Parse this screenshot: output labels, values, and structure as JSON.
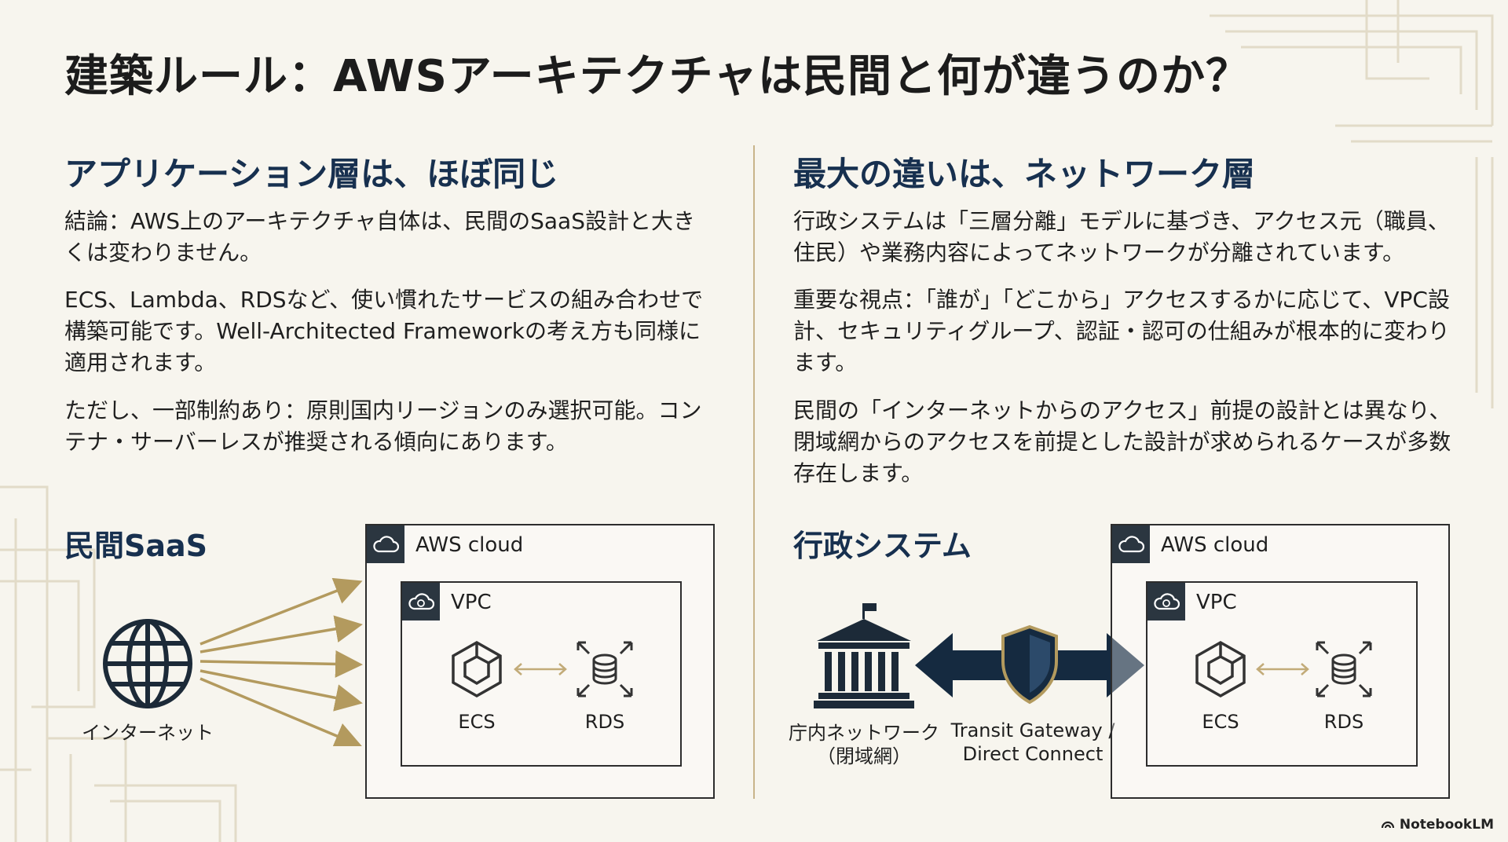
{
  "title": "建築ルール：AWSアーキテクチャは民間と何が違うのか？",
  "left": {
    "heading": "アプリケーション層は、ほぼ同じ",
    "p1": "結論：AWS上のアーキテクチャ自体は、民間のSaaS設計と大きくは変わりません。",
    "p2": "ECS、Lambda、RDSなど、使い慣れたサービスの組み合わせで構築可能です。Well-Architected Frameworkの考え方も同様に適用されます。",
    "p3": "ただし、一部制約あり：原則国内リージョンのみ選択可能。コンテナ・サーバーレスが推奨される傾向にあります。",
    "diagram_label": "民間SaaS",
    "internet_label": "インターネット",
    "aws_cloud": "AWS cloud",
    "vpc": "VPC",
    "ecs": "ECS",
    "rds": "RDS"
  },
  "right": {
    "heading": "最大の違いは、ネットワーク層",
    "p1": "行政システムは「三層分離」モデルに基づき、アクセス元（職員、住民）や業務内容によってネットワークが分離されています。",
    "p2": "重要な視点：「誰が」「どこから」アクセスするかに応じて、VPC設計、セキュリティグループ、認証・認可の仕組みが根本的に変わります。",
    "p3": "民間の「インターネットからのアクセス」前提の設計とは異なり、閉域網からのアクセスを前提とした設計が求められるケースが多数存在します。",
    "diagram_label": "行政システム",
    "gov_network_line1": "庁内ネットワーク",
    "gov_network_line2": "（閉域網）",
    "gateway_line1": "Transit Gateway /",
    "gateway_line2": "Direct Connect",
    "aws_cloud": "AWS cloud",
    "vpc": "VPC",
    "ecs": "ECS",
    "rds": "RDS"
  },
  "brand": "NotebookLM",
  "colors": {
    "background": "#f7f5ee",
    "heading": "#17304f",
    "accent_gold": "#b39a5e",
    "dark_navy": "#152a40"
  },
  "icons": [
    "globe-icon",
    "cloud-icon",
    "ecs-icon",
    "rds-icon",
    "government-building-icon",
    "shield-icon",
    "notebooklm-logo-icon"
  ]
}
